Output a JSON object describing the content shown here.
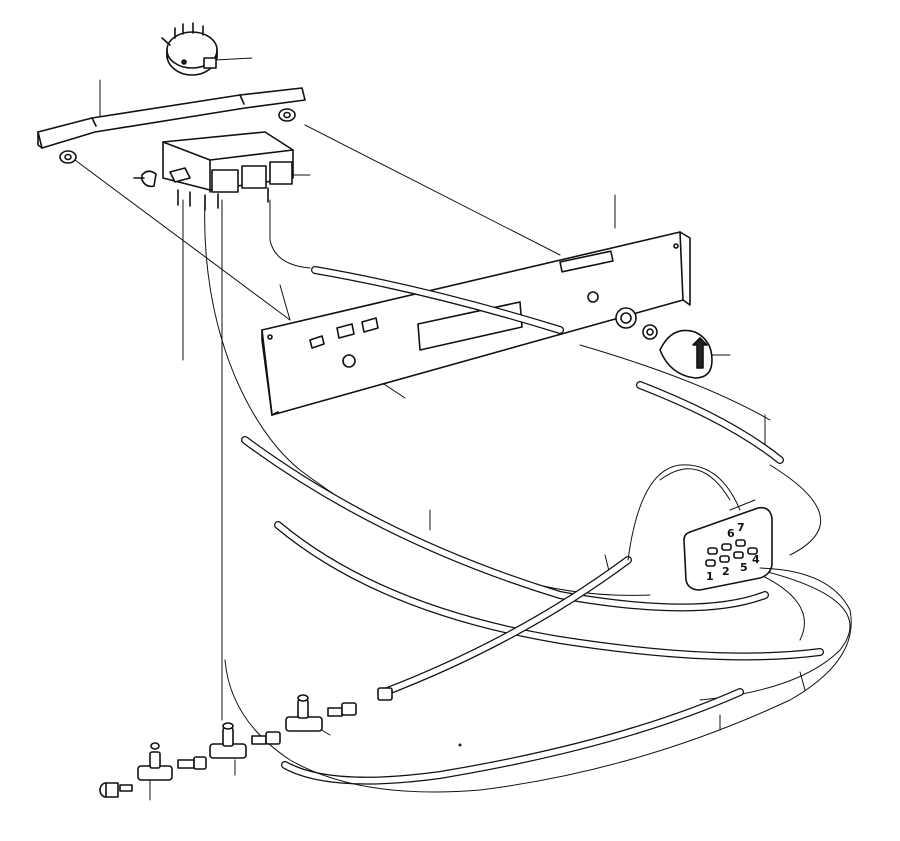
{
  "diagram": {
    "connector_pin_labels": [
      "6",
      "7",
      "1",
      "2",
      "5",
      "4"
    ],
    "ink_color": "#111111",
    "background_color": "#ffffff"
  }
}
